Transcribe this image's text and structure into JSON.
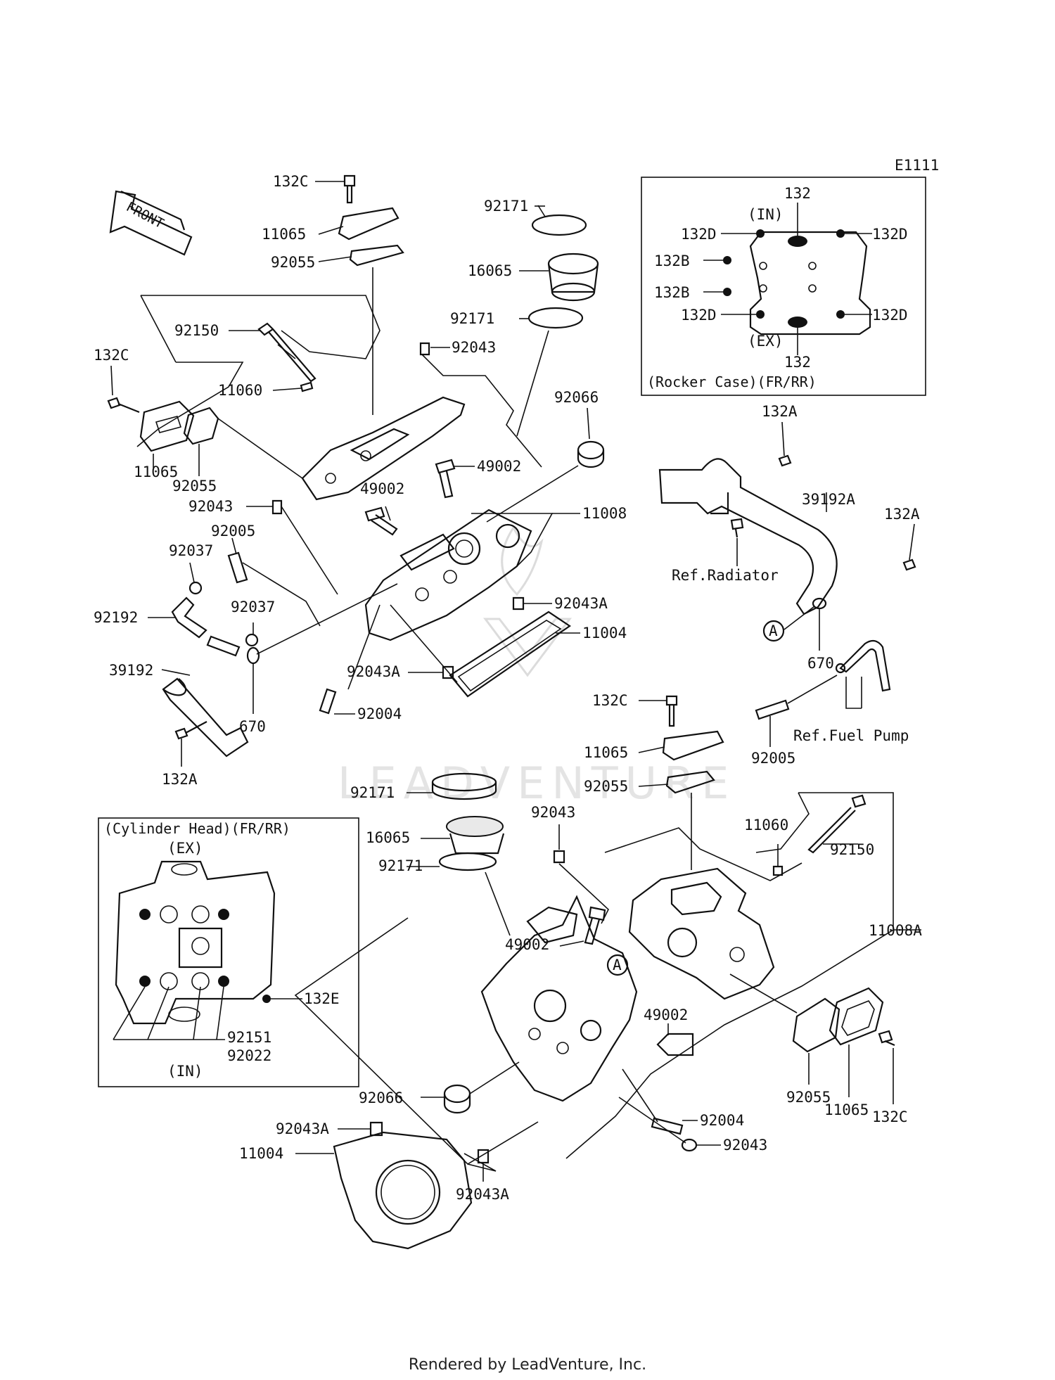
{
  "diagram_code": "E1111",
  "front_arrow_label": "FRONT",
  "watermark_text": "LEADVENTURE",
  "footer_text": "Rendered by LeadVenture, Inc.",
  "rocker_case_box": {
    "title": "(Rocker Case)(FR/RR)",
    "in_label": "(IN)",
    "ex_label": "(EX)",
    "labels": [
      "132",
      "132D",
      "132D",
      "132B",
      "132B",
      "132D",
      "132D",
      "132"
    ]
  },
  "cylinder_head_box": {
    "title": "(Cylinder Head)(FR/RR)",
    "ex_label": "(EX)",
    "in_label": "(IN)",
    "labels": [
      "132E",
      "92151",
      "92022"
    ]
  },
  "callouts": [
    "132C",
    "11065",
    "92055",
    "92150",
    "132C",
    "11060",
    "11065",
    "92055",
    "92043",
    "92005",
    "92037",
    "92192",
    "92037",
    "39192",
    "670",
    "132A",
    "92171",
    "16065",
    "92171",
    "92043",
    "92066",
    "49002",
    "49002",
    "11008",
    "92043A",
    "11004",
    "92043A",
    "92004",
    "132A",
    "39192A",
    "132A",
    "Ref.Radiator",
    "A",
    "670",
    "132C",
    "11065",
    "92055",
    "92005",
    "Ref.Fuel Pump",
    "92171",
    "16065",
    "92171",
    "92043",
    "49002",
    "A",
    "11060",
    "92150",
    "11008A",
    "49002",
    "92055",
    "11065",
    "132C",
    "92066",
    "92043A",
    "11004",
    "92043A",
    "92004",
    "92043"
  ]
}
